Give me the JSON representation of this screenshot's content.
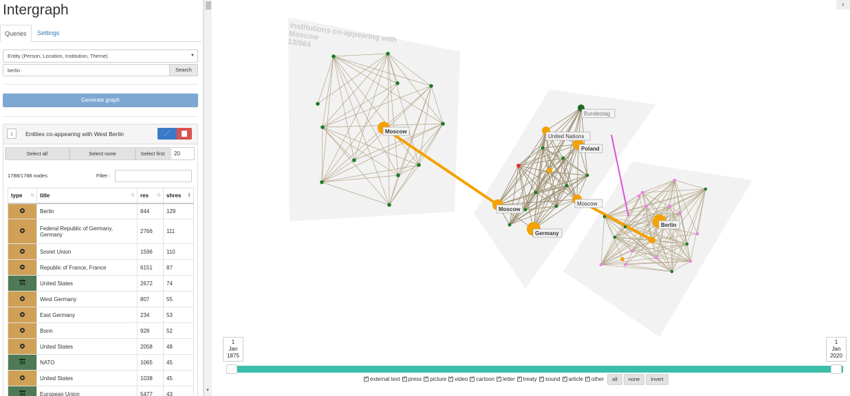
{
  "app": {
    "title": "Intergraph"
  },
  "tabs": [
    {
      "label": "Queries"
    },
    {
      "label": "Settings"
    }
  ],
  "query": {
    "entity_select_value": "Entity (Person, Location, Institution, Theme)",
    "search_value": "berlin",
    "search_label": "Search",
    "generate_label": "Generate graph"
  },
  "entities": {
    "sort_icon": "↕",
    "title": "Entities co-appearing with West Berlin",
    "select_all": "Select all",
    "select_none": "Select none",
    "select_first": "Select first",
    "first_n": "20",
    "node_count": "1788/1788 nodes",
    "filter_label": "Filter :",
    "columns": [
      {
        "label": "type"
      },
      {
        "label": "title"
      },
      {
        "label": "res"
      },
      {
        "label": "shres"
      }
    ],
    "rows": [
      {
        "type": "location",
        "title": "Berlin",
        "res": "844",
        "shres": "129"
      },
      {
        "type": "location",
        "title": "Federal Republic of Germany, Germany",
        "res": "2766",
        "shres": "111"
      },
      {
        "type": "location",
        "title": "Soviet Union",
        "res": "1596",
        "shres": "110"
      },
      {
        "type": "location",
        "title": "Republic of France, France",
        "res": "6151",
        "shres": "87"
      },
      {
        "type": "institution",
        "title": "United States",
        "res": "2672",
        "shres": "74"
      },
      {
        "type": "location",
        "title": "West Germany",
        "res": "807",
        "shres": "55"
      },
      {
        "type": "location",
        "title": "East Germany",
        "res": "234",
        "shres": "53"
      },
      {
        "type": "location",
        "title": "Bonn",
        "res": "928",
        "shres": "52"
      },
      {
        "type": "location",
        "title": "United States",
        "res": "2058",
        "shres": "48"
      },
      {
        "type": "institution",
        "title": "NATO",
        "res": "1065",
        "shres": "45"
      },
      {
        "type": "location",
        "title": "United States",
        "res": "1038",
        "shres": "45"
      },
      {
        "type": "institution",
        "title": "European Union",
        "res": "5477",
        "shres": "43"
      }
    ]
  },
  "graph": {
    "panel_caption_line1": "Institutions co-appearing with",
    "panel_caption_line2": "Moscow",
    "panel_caption_line3": "13/964",
    "labels": {
      "moscow_1": "Moscow",
      "moscow_2": "Moscow",
      "moscow_3": "Moscow",
      "germany": "Germany",
      "united_nations": "United Nations",
      "poland": "Poland",
      "bundestag": "Bundestag",
      "berlin": "Berlin"
    }
  },
  "timeline": {
    "start": {
      "day": "1",
      "month": "Jan",
      "year": "1875"
    },
    "end": {
      "day": "1",
      "month": "Jan",
      "year": "2020"
    }
  },
  "filters": {
    "items": [
      "external text",
      "press",
      "picture",
      "video",
      "cartoon",
      "letter",
      "treaty",
      "sound",
      "article",
      "other"
    ],
    "all_label": "all",
    "none_label": "none",
    "invert_label": "invert"
  },
  "colors": {
    "location": "#cfa055",
    "institution": "#4e7a55",
    "timeline": "#3bbfaa",
    "highlight_edge": "#f5a100",
    "primary_button": "#3a7ac8",
    "danger_button": "#d9534f"
  },
  "icons": {
    "collapse": "‹",
    "network": "⋰"
  }
}
